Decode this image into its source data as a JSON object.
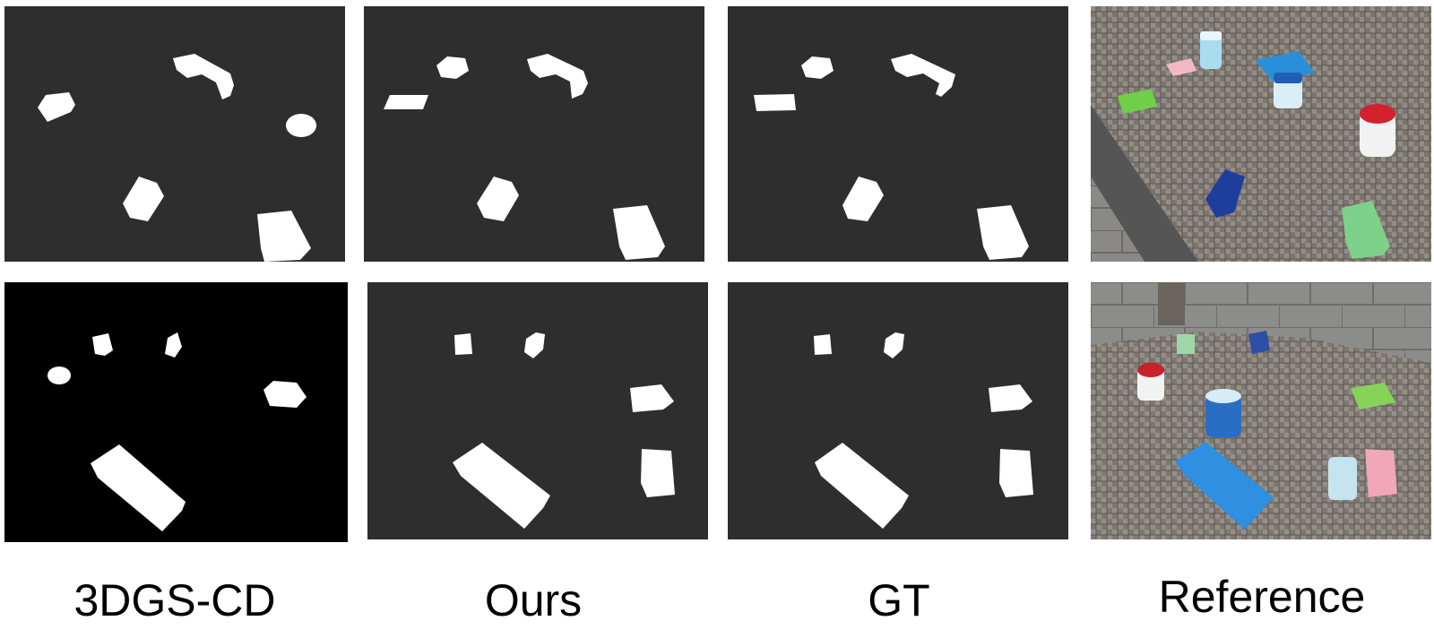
{
  "figure": {
    "columns": [
      {
        "key": "3dgs_cd",
        "label": "3DGS-CD"
      },
      {
        "key": "ours",
        "label": "Ours"
      },
      {
        "key": "gt",
        "label": "GT"
      },
      {
        "key": "reference",
        "label": "Reference"
      }
    ],
    "rows": 2
  },
  "colors": {
    "mask_background_dark_gray": "#2e2e2e",
    "mask_background_black": "#000000",
    "mask_foreground": "#ffffff",
    "mat": "#7b756f",
    "pavement": "#8c8c8a"
  }
}
